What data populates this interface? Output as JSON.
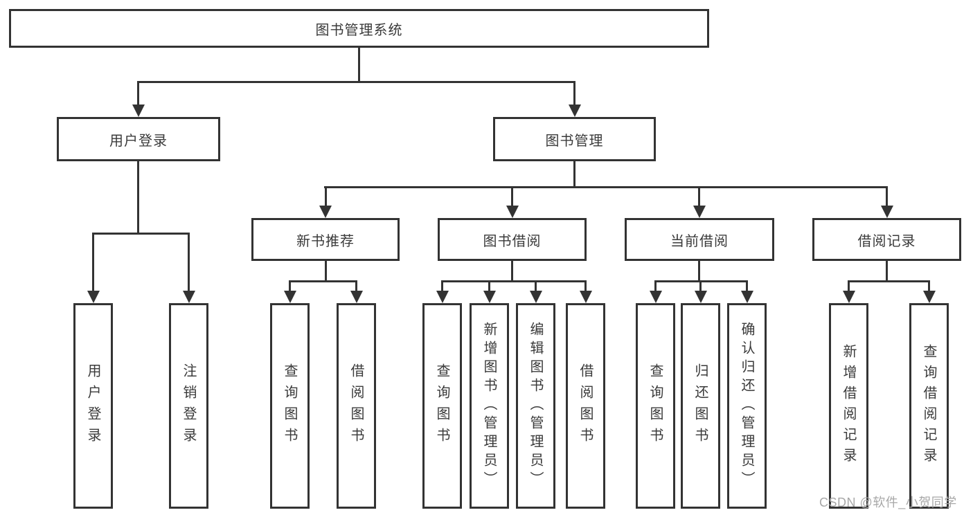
{
  "diagram": {
    "title": "图书管理系统",
    "root": "图书管理系统",
    "branches": {
      "user_login": "用户登录",
      "book_mgmt": "图书管理"
    },
    "modules": {
      "new_book": "新书推荐",
      "borrow": "图书借阅",
      "current": "当前借阅",
      "records": "借阅记录"
    },
    "leaves": {
      "login": "用户登录",
      "logout": "注销登录",
      "nb_query": "查询图书",
      "nb_borrow": "借阅图书",
      "bw_query": "查询图书",
      "bw_add": "新增图书（管理员）",
      "bw_edit": "编辑图书（管理员）",
      "bw_borrow": "借阅图书",
      "cu_query": "查询图书",
      "cu_return": "归还图书",
      "cu_confirm": "确认归还（管理员）",
      "rc_add": "新增借阅记录",
      "rc_query": "查询借阅记录"
    },
    "hierarchy": {
      "图书管理系统": {
        "用户登录": [
          "用户登录",
          "注销登录"
        ],
        "图书管理": {
          "新书推荐": [
            "查询图书",
            "借阅图书"
          ],
          "图书借阅": [
            "查询图书",
            "新增图书（管理员）",
            "编辑图书（管理员）",
            "借阅图书"
          ],
          "当前借阅": [
            "查询图书",
            "归还图书",
            "确认归还（管理员）"
          ],
          "借阅记录": [
            "新增借阅记录",
            "查询借阅记录"
          ]
        }
      }
    }
  },
  "colors": {
    "line": "#333333",
    "text": "#3a3a3a",
    "box_background": "#ffffff",
    "watermark": "#a8a8a8"
  },
  "watermark": {
    "text": "CSDN @软件_小贺同学"
  }
}
